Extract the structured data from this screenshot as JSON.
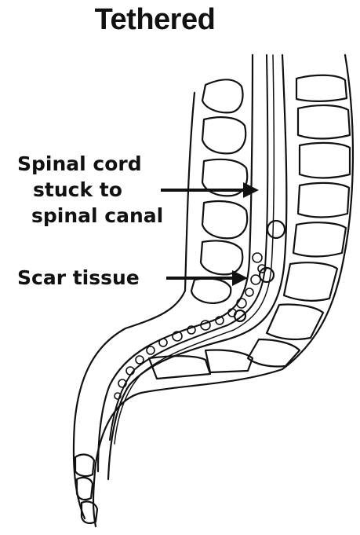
{
  "title": "Tethered",
  "labels": {
    "cord_line1": "Spinal cord",
    "cord_line2": "stuck to",
    "cord_line3": "spinal canal",
    "scar": "Scar tissue"
  },
  "colors": {
    "ink": "#111111",
    "background": "#ffffff"
  }
}
